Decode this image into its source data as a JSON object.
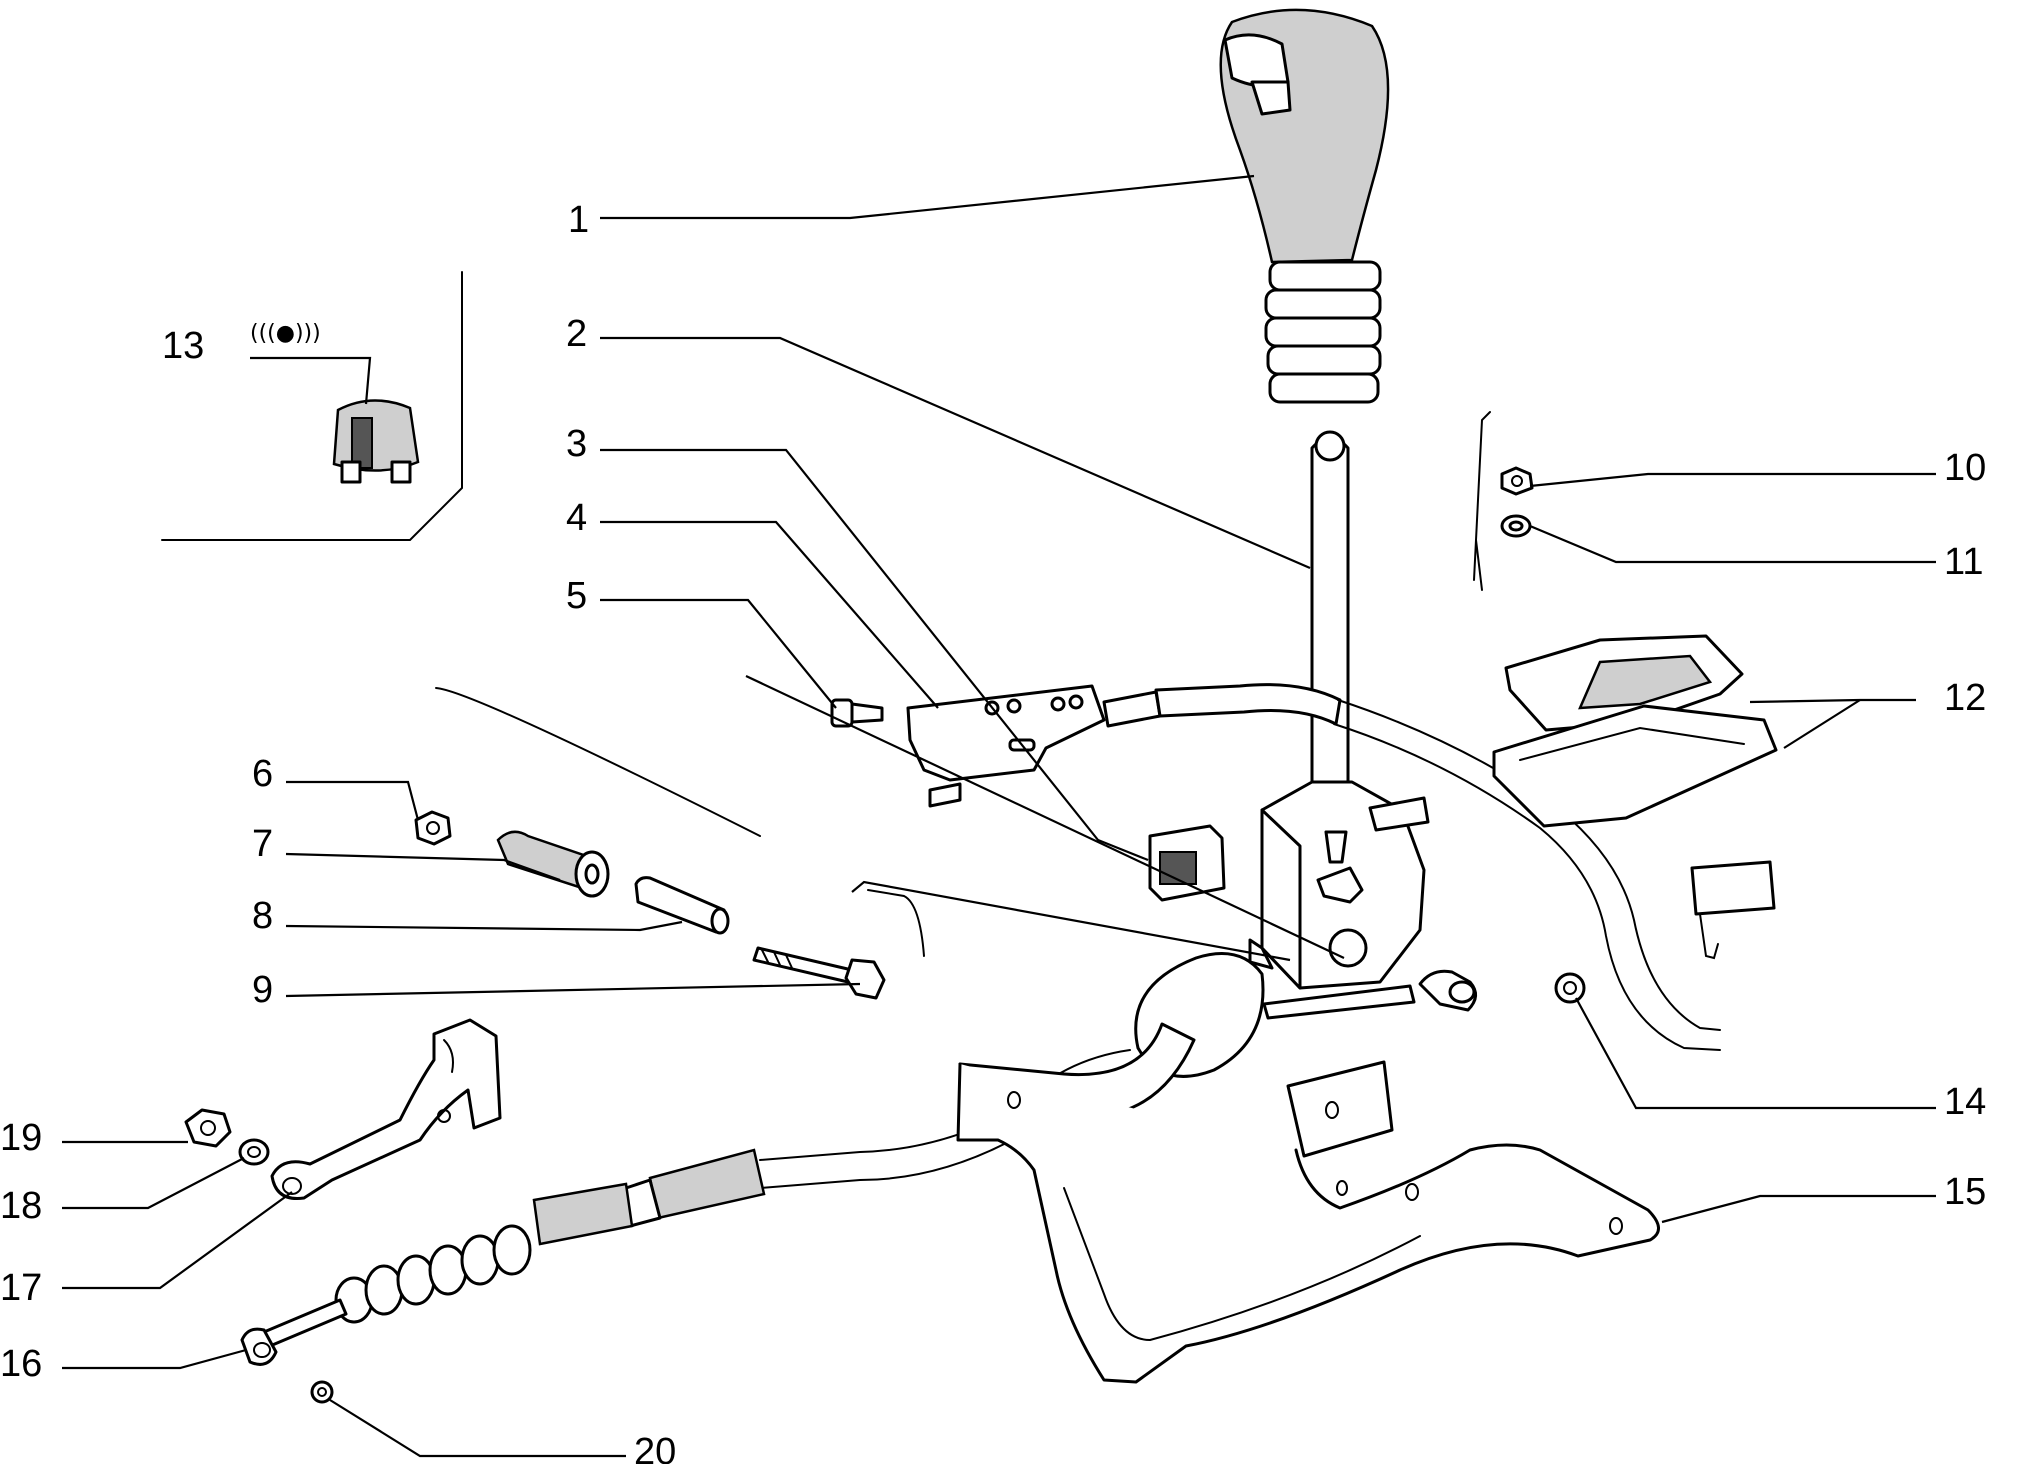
{
  "callouts": [
    "1",
    "2",
    "3",
    "4",
    "5",
    "6",
    "7",
    "8",
    "9",
    "10",
    "11",
    "12",
    "13",
    "14",
    "15",
    "16",
    "17",
    "18",
    "19",
    "20"
  ],
  "icons": {
    "signal_icon_text": "(((●)))",
    "signal_icon": "radio-signal-icon"
  }
}
